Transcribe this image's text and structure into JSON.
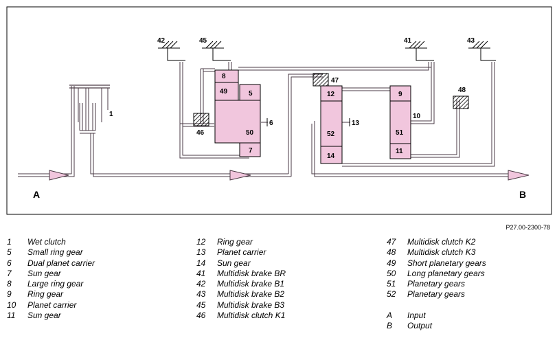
{
  "diagram": {
    "labels": {
      "input": "A",
      "output": "B",
      "c1": "1",
      "c5": "5",
      "c6": "6",
      "c7": "7",
      "c8": "8",
      "c9": "9",
      "c10": "10",
      "c11": "11",
      "c12": "12",
      "c13": "13",
      "c14": "14",
      "c41": "41",
      "c42": "42",
      "c43": "43",
      "c45": "45",
      "c46": "46",
      "c47": "47",
      "c48": "48",
      "c49": "49",
      "c50": "50",
      "c51": "51",
      "c52": "52"
    },
    "colors": {
      "shaft_fill": "#f4dce8",
      "shaft_stroke": "#4a3a44",
      "gear_fill": "#f1c6dd",
      "stroke": "#000000"
    },
    "reference": "P27.00-2300-78"
  },
  "legend": {
    "col1": [
      {
        "num": "1",
        "text": "Wet clutch"
      },
      {
        "num": "5",
        "text": "Small ring gear"
      },
      {
        "num": "6",
        "text": "Dual planet carrier"
      },
      {
        "num": "7",
        "text": "Sun gear"
      },
      {
        "num": "8",
        "text": "Large ring gear"
      },
      {
        "num": "9",
        "text": "Ring gear"
      },
      {
        "num": "10",
        "text": "Planet carrier"
      },
      {
        "num": "11",
        "text": "Sun gear"
      }
    ],
    "col2": [
      {
        "num": "12",
        "text": "Ring gear"
      },
      {
        "num": "13",
        "text": "Planet carrier"
      },
      {
        "num": "14",
        "text": "Sun gear"
      },
      {
        "num": "41",
        "text": "Multidisk brake BR"
      },
      {
        "num": "42",
        "text": "Multidisk brake B1"
      },
      {
        "num": "43",
        "text": "Multidisk brake B2"
      },
      {
        "num": "45",
        "text": "Multidisk brake B3"
      },
      {
        "num": "46",
        "text": "Multidisk clutch K1"
      }
    ],
    "col3": [
      {
        "num": "47",
        "text": "Multidisk clutch K2"
      },
      {
        "num": "48",
        "text": "Multidisk clutch K3"
      },
      {
        "num": "49",
        "text": "Short planetary gears"
      },
      {
        "num": "50",
        "text": "Long planetary gears"
      },
      {
        "num": "51",
        "text": "Planetary gears"
      },
      {
        "num": "52",
        "text": "Planetary gears"
      }
    ],
    "col3b": [
      {
        "num": "A",
        "text": "Input"
      },
      {
        "num": "B",
        "text": "Output"
      }
    ]
  }
}
